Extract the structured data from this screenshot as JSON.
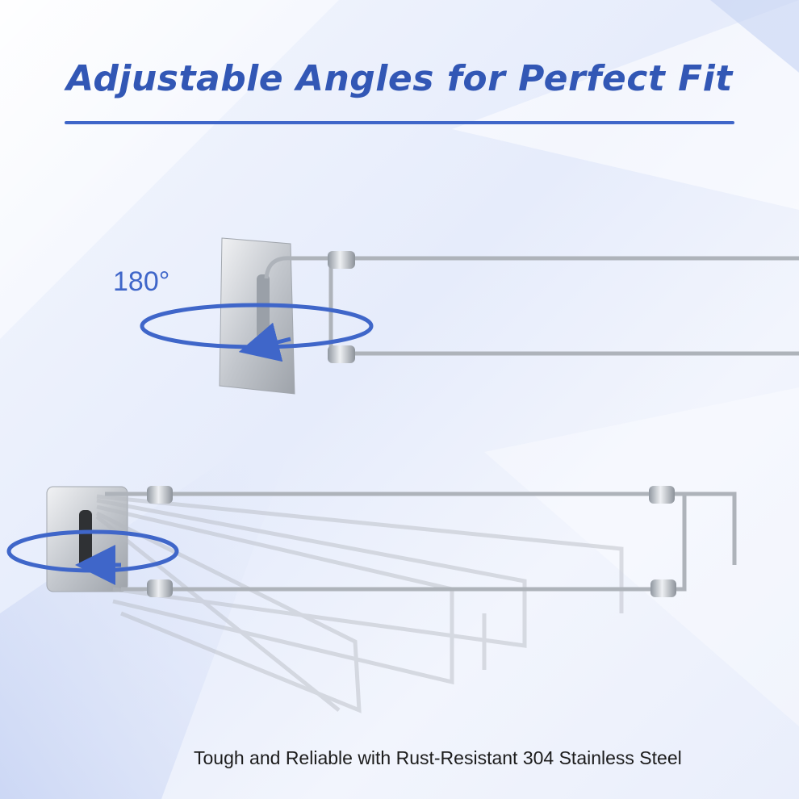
{
  "headline": "Adjustable Angles for Perfect Fit",
  "angle_label": "180°",
  "caption": "Tough and Reliable with Rust-Resistant 304 Stainless Steel",
  "colors": {
    "headline": "#3257b5",
    "accent_blue": "#3f66c9",
    "steel_light": "#e2e4e8",
    "steel_mid": "#b7bbc2",
    "steel_dark": "#8d9299"
  }
}
